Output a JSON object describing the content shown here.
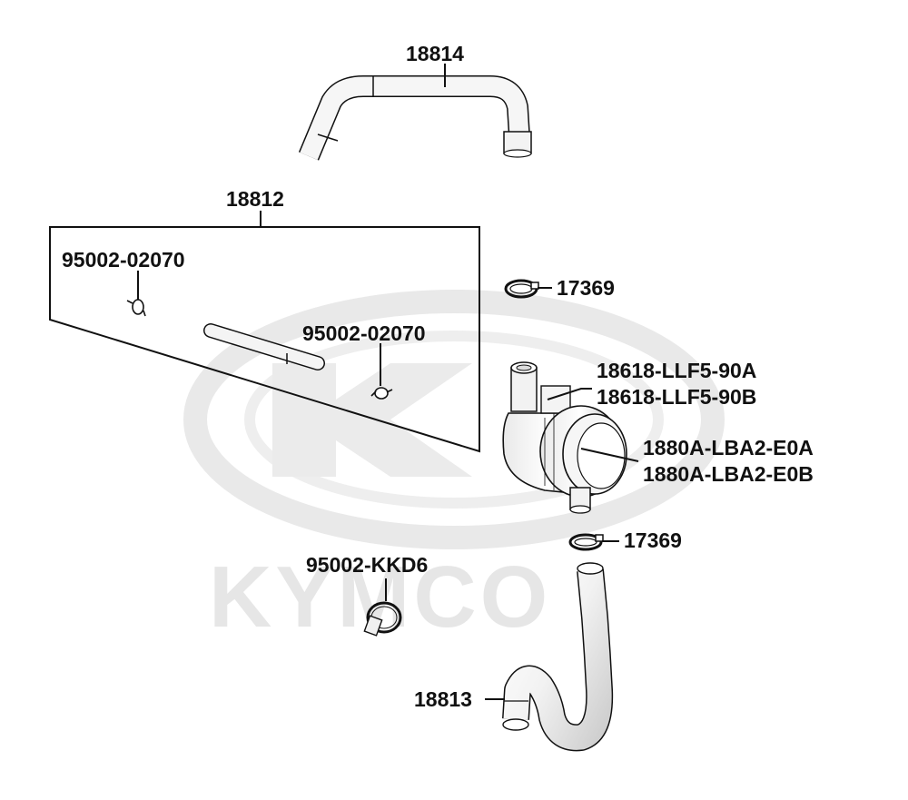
{
  "watermark": {
    "brand_text": "KYMCO",
    "color": "#e6e6e6"
  },
  "parts": {
    "hose_upper": "18814",
    "kit": "18812",
    "clip_kit_left": "95002-02070",
    "clip_kit_right": "95002-02070",
    "clamp_top": "17369",
    "filter_case_a": "18618-LLF5-90A",
    "filter_case_b": "18618-LLF5-90B",
    "filter_element_a": "1880A-LBA2-E0A",
    "filter_element_b": "1880A-LBA2-E0B",
    "clamp_bottom": "17369",
    "band_clamp": "95002-KKD6",
    "hose_lower": "18813"
  },
  "colors": {
    "line": "#111111",
    "part_fill": "#ffffff",
    "shade": "#c8c8c8"
  }
}
